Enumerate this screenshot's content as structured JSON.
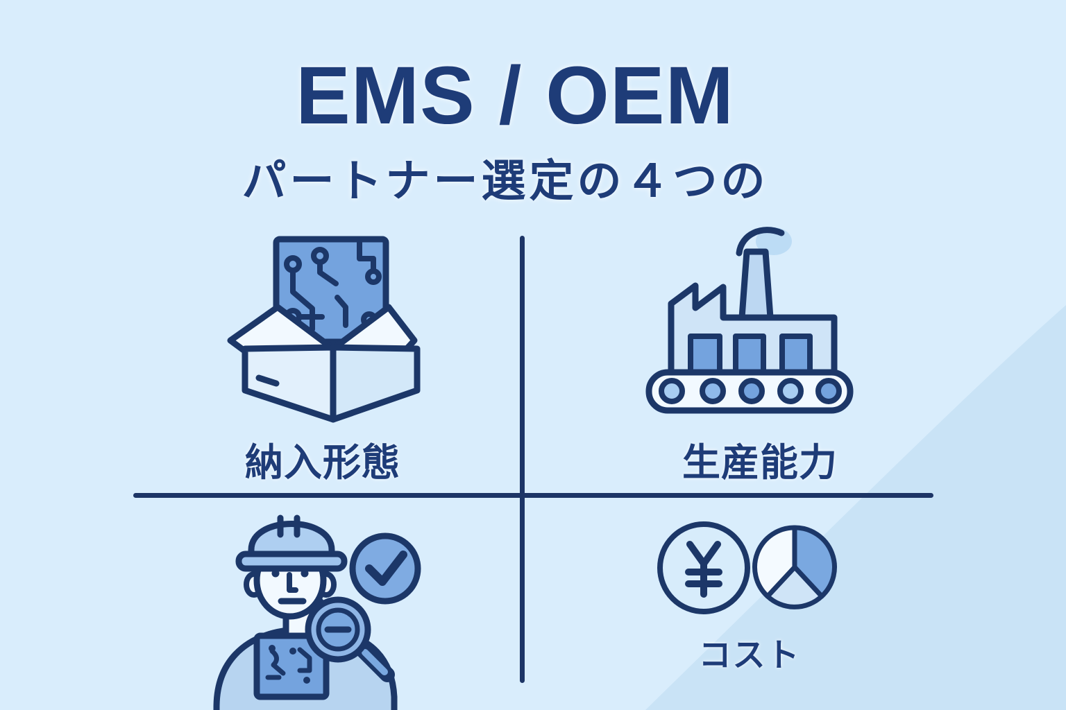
{
  "header": {
    "title": "EMS / OEM",
    "subtitle": "パートナー選定の４つの"
  },
  "quadrants": [
    {
      "id": "top-left",
      "label": "納入形態",
      "icon": "circuit-board-box-icon"
    },
    {
      "id": "top-right",
      "label": "生産能力",
      "icon": "factory-conveyor-icon"
    },
    {
      "id": "bottom-left",
      "label": "",
      "icon": "worker-inspection-icon"
    },
    {
      "id": "bottom-right",
      "label": "コスト",
      "icon": "yen-coin-pie-chart-icon"
    }
  ],
  "colors": {
    "background": "#d9edfc",
    "background_accent": "#c9e3f6",
    "navy_outline": "#1c3768",
    "text_navy": "#1e3c78",
    "medium_blue": "#74a3de",
    "light_blue": "#b7d4f0",
    "pale_blue": "#f2f9ff"
  }
}
